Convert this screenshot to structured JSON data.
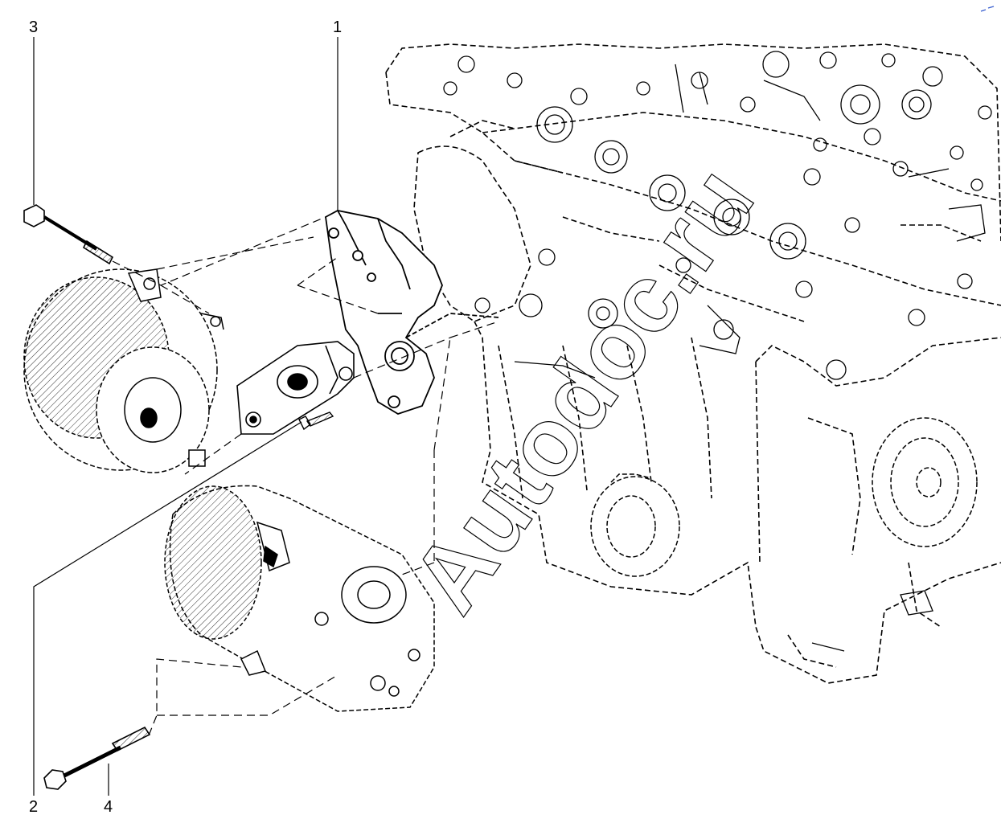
{
  "diagram": {
    "callouts": [
      {
        "id": "1",
        "label": "1"
      },
      {
        "id": "2",
        "label": "2"
      },
      {
        "id": "3",
        "label": "3"
      },
      {
        "id": "4",
        "label": "4"
      }
    ],
    "watermark": "Autodoc.ru",
    "stroke_color": "#000000",
    "background": "#ffffff"
  }
}
